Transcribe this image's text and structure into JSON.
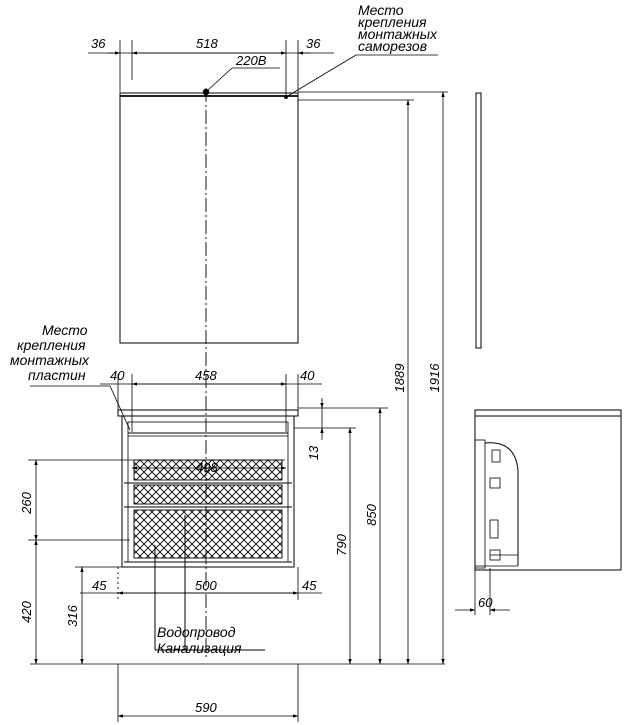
{
  "labels": {
    "mirror_mount_note": [
      "Место",
      "крепления",
      "монтажных",
      "саморезов"
    ],
    "cabinet_mount_note": [
      "Место",
      "крепления",
      "монтажных",
      "пластин"
    ],
    "water_supply": "Водопровод",
    "sewerage": "Канализация",
    "outlet": "220В"
  },
  "dimensions": {
    "mirror_left_margin": "36",
    "mirror_width": "518",
    "mirror_right_margin": "36",
    "top_left_margin": "40",
    "top_width": "458",
    "top_right_margin": "40",
    "drawer_width": "498",
    "base_left_margin": "45",
    "base_width": "500",
    "base_right_margin": "45",
    "total_width": "590",
    "top_offset": "13",
    "drawer_height": "260",
    "bottom_height": "420",
    "pipe_height": "316",
    "cabinet_height": "850",
    "cabinet_mount_height": "790",
    "mirror_mount_height": "1889",
    "total_height": "1916",
    "side_depth": "60"
  }
}
